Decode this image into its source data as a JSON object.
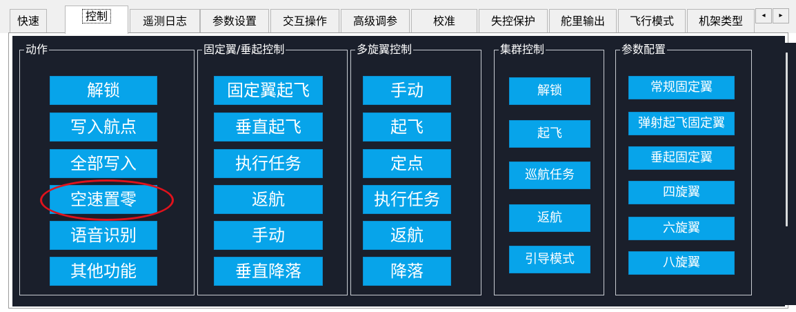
{
  "tabs": [
    {
      "label": "快速"
    },
    {
      "label": "控制"
    },
    {
      "label": "遥测日志"
    },
    {
      "label": "参数设置"
    },
    {
      "label": "交互操作"
    },
    {
      "label": "高级调参"
    },
    {
      "label": "校准"
    },
    {
      "label": "失控保护"
    },
    {
      "label": "舵里输出"
    },
    {
      "label": "飞行模式"
    },
    {
      "label": "机架类型"
    }
  ],
  "tab_scroll": {
    "left": "◂",
    "right": "▸"
  },
  "groups": [
    {
      "title": "动作",
      "buttons": [
        "解锁",
        "写入航点",
        "全部写入",
        "空速置零",
        "语音识别",
        "其他功能"
      ]
    },
    {
      "title": "固定翼/垂起控制",
      "buttons": [
        "固定翼起飞",
        "垂直起飞",
        "执行任务",
        "返航",
        "手动",
        "垂直降落"
      ]
    },
    {
      "title": "多旋翼控制",
      "buttons": [
        "手动",
        "起飞",
        "定点",
        "执行任务",
        "返航",
        "降落"
      ]
    },
    {
      "title": "集群控制",
      "buttons": [
        "解锁",
        "起飞",
        "巡航任务",
        "返航",
        "引导模式"
      ]
    },
    {
      "title": "参数配置",
      "buttons": [
        "常规固定翼",
        "弹射起飞固定翼",
        "垂起固定翼",
        "四旋翼",
        "六旋翼",
        "八旋翼"
      ]
    }
  ],
  "colors": {
    "panel_bg": "#1a1f2b",
    "button_bg": "#07a4ea",
    "highlight_ellipse": "#e0121c"
  }
}
